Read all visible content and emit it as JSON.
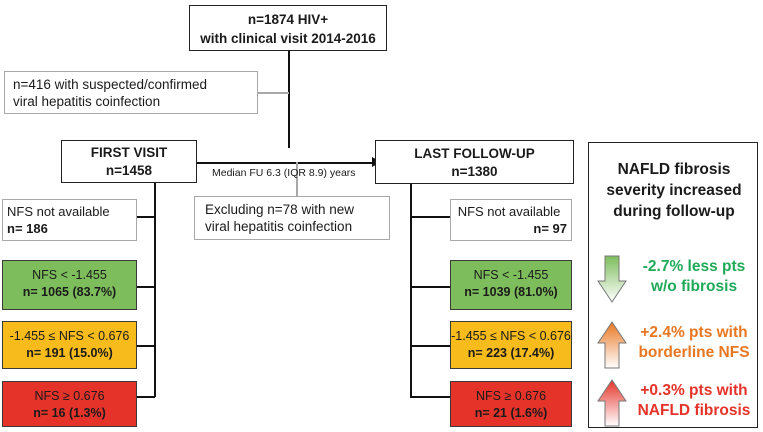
{
  "top": {
    "line1": "n=1874 HIV+",
    "line2": "with clinical visit 2014-2016"
  },
  "excl_hep": {
    "line1": "n=416 with suspected/confirmed",
    "line2": "viral hepatitis coinfection"
  },
  "first_visit": {
    "title": "FIRST VISIT",
    "n": "n=1458"
  },
  "follow_up_label": "Median FU 6.3 (IQR 8.9) years",
  "excl_new": {
    "line1": "Excluding n=78 with new",
    "line2": "viral hepatitis coinfection"
  },
  "last_followup": {
    "title": "LAST FOLLOW-UP",
    "n": "n=1380"
  },
  "left": {
    "na": {
      "label": "NFS not available",
      "n": "n= 186"
    },
    "low": {
      "label": "NFS < -1.455",
      "n": "n= 1065 (83.7%)"
    },
    "mid": {
      "label": "-1.455 ≤ NFS < 0.676",
      "n": "n= 191 (15.0%)"
    },
    "high": {
      "label": "NFS ≥ 0.676",
      "n": "n= 16 (1.3%)"
    }
  },
  "right": {
    "na": {
      "label": "NFS not available",
      "n": "n= 97"
    },
    "low": {
      "label": "NFS < -1.455",
      "n": "n= 1039 (81.0%)"
    },
    "mid": {
      "label": "-1.455 ≤ NFS < 0.676",
      "n": "n= 223 (17.4%)"
    },
    "high": {
      "label": "NFS ≥ 0.676",
      "n": "n= 21 (1.6%)"
    }
  },
  "summary": {
    "title1": "NAFLD fibrosis",
    "title2": "severity increased",
    "title3": "during follow-up",
    "items": [
      {
        "line1": "-2.7% less pts",
        "line2": "w/o fibrosis",
        "color": "#1faa59"
      },
      {
        "line1": "+2.4% pts with",
        "line2": "borderline NFS",
        "color": "#e87722"
      },
      {
        "line1": "+0.3% pts with",
        "line2": "NAFLD fibrosis",
        "color": "#e5332a"
      }
    ]
  }
}
